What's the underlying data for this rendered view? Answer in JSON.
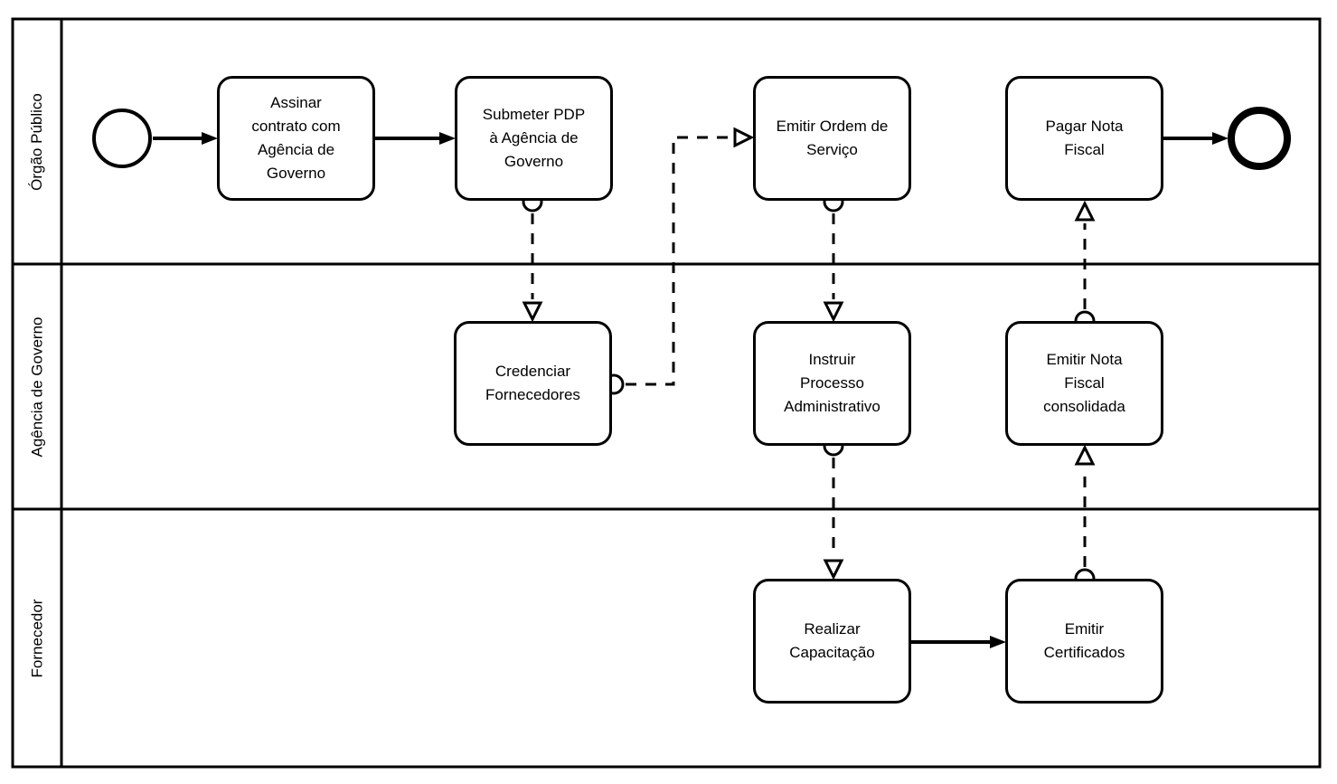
{
  "diagram": {
    "type": "BPMN swimlane process diagram",
    "colors": {
      "stroke": "#000000",
      "fill": "#ffffff"
    },
    "lanes": [
      {
        "name": "orgao-publico",
        "label": "Órgão Público"
      },
      {
        "name": "agencia-de-governo",
        "label": "Agência de Governo"
      },
      {
        "name": "fornecedor",
        "label": "Fornecedor"
      }
    ],
    "tasks": [
      {
        "name": "assinar-contrato",
        "lane": "Órgão Público",
        "label": "Assinar\ncontrato com\nAgência de\nGoverno"
      },
      {
        "name": "submeter-pdp",
        "lane": "Órgão Público",
        "label": "Submeter PDP\nà Agência de\nGoverno"
      },
      {
        "name": "emitir-ordem-servico",
        "lane": "Órgão Público",
        "label": "Emitir Ordem de\nServiço"
      },
      {
        "name": "pagar-nota-fiscal",
        "lane": "Órgão Público",
        "label": "Pagar Nota\nFiscal"
      },
      {
        "name": "credenciar-fornecedores",
        "lane": "Agência de Governo",
        "label": "Credenciar\nFornecedores"
      },
      {
        "name": "instruir-processo-administrativo",
        "lane": "Agência de Governo",
        "label": "Instruir\nProcesso\nAdministrativo"
      },
      {
        "name": "emitir-nota-fiscal-consolidada",
        "lane": "Agência de Governo",
        "label": "Emitir Nota\nFiscal\nconsolidada"
      },
      {
        "name": "realizar-capacitacao",
        "lane": "Fornecedor",
        "label": "Realizar\nCapacitação"
      },
      {
        "name": "emitir-certificados",
        "lane": "Fornecedor",
        "label": "Emitir\nCertificados"
      }
    ],
    "events": [
      {
        "name": "start-event",
        "type": "start",
        "lane": "Órgão Público"
      },
      {
        "name": "end-event",
        "type": "end",
        "lane": "Órgão Público"
      }
    ],
    "flows": [
      {
        "type": "sequence",
        "from": "start-event",
        "to": "assinar-contrato"
      },
      {
        "type": "sequence",
        "from": "assinar-contrato",
        "to": "submeter-pdp"
      },
      {
        "type": "sequence",
        "from": "pagar-nota-fiscal",
        "to": "end-event"
      },
      {
        "type": "sequence",
        "from": "realizar-capacitacao",
        "to": "emitir-certificados"
      },
      {
        "type": "message",
        "from": "submeter-pdp",
        "to": "credenciar-fornecedores"
      },
      {
        "type": "message",
        "from": "credenciar-fornecedores",
        "to": "emitir-ordem-servico"
      },
      {
        "type": "message",
        "from": "emitir-ordem-servico",
        "to": "instruir-processo-administrativo"
      },
      {
        "type": "message",
        "from": "instruir-processo-administrativo",
        "to": "realizar-capacitacao"
      },
      {
        "type": "message",
        "from": "emitir-certificados",
        "to": "emitir-nota-fiscal-consolidada"
      },
      {
        "type": "message",
        "from": "emitir-nota-fiscal-consolidada",
        "to": "pagar-nota-fiscal"
      }
    ]
  }
}
